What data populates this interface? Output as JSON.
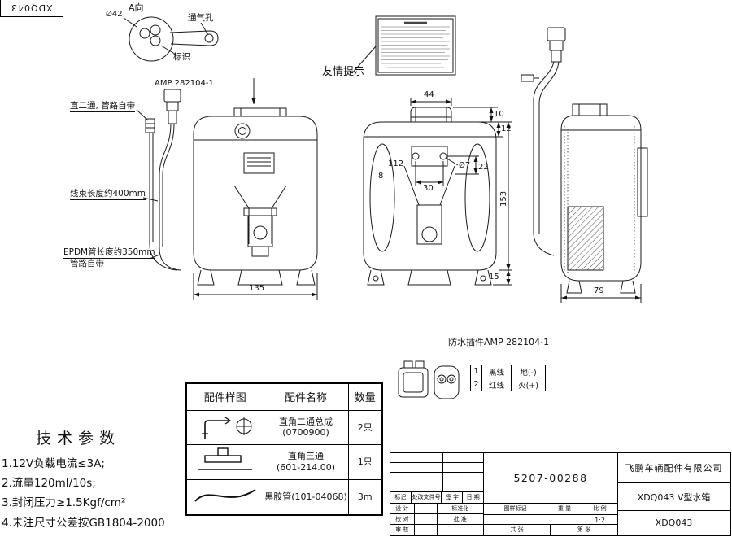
{
  "sheet": {
    "stamp": "XDQ043"
  },
  "detail_a": {
    "title": "A向",
    "diameter": "Ø42",
    "vent_label": "通气孔",
    "mark_label": "标识"
  },
  "front_view": {
    "connector_label": "AMP 282104-1",
    "fitting_note": "直二通, 管路自带",
    "harness_note": "线束长度约400mm",
    "tube_note_1": "EPDM管长度约350mm",
    "tube_note_2": "管路自带",
    "dim_width": "135"
  },
  "reminder_label": "友情提示",
  "center_view": {
    "dim_top_width": "44",
    "dim_neck_h1": "10",
    "dim_neck_h2": "12",
    "dim_hole": "Ø7",
    "dim_22": "22",
    "dim_112": "112",
    "dim_8": "8",
    "dim_30": "30",
    "dim_height": "153",
    "dim_foot": "15"
  },
  "side_view": {
    "dim_width": "79"
  },
  "plug_section": {
    "title": "防水插件AMP 282104-1",
    "pins": [
      {
        "no": "1",
        "wire": "黑线",
        "polarity": "地(-)"
      },
      {
        "no": "2",
        "wire": "红线",
        "polarity": "火(+)"
      }
    ]
  },
  "parts_table": {
    "headers": {
      "sample": "配件样图",
      "name": "配件名称",
      "qty": "数量"
    },
    "rows": [
      {
        "name1": "直角二通总成",
        "name2": "(0700900)",
        "qty": "2只"
      },
      {
        "name1": "直角三通",
        "name2": "(601-214.00)",
        "qty": "1只"
      },
      {
        "name1": "黑胶管(101-04068)",
        "name2": "",
        "qty": "3m"
      }
    ]
  },
  "tech_params": {
    "title": "技术参数",
    "items": [
      "1.12V负载电流≤3A;",
      "2.流量120ml/10s;",
      "3.封闭压力≥1.5Kgf/cm²",
      "4.未注尺寸公差按GB1804-2000"
    ]
  },
  "title_block": {
    "drawing_no": "5207-00288",
    "company": "飞鹏车辆配件有限公司",
    "product": "XDQ043 V型水箱",
    "code": "XDQ043",
    "scale": "1:2",
    "rev_cols": [
      "标记",
      "处改文件号",
      "签 字",
      "日 期"
    ],
    "sig_design": "设 计",
    "sig_standard": "标准化",
    "sig_check": "校 对",
    "sig_approve": "批 准",
    "sig_audit": "审 核",
    "stamp_cols": [
      "图样标记",
      "重 量",
      "比 例"
    ],
    "sheet_total": "共  张",
    "sheet_page": "第  张"
  }
}
